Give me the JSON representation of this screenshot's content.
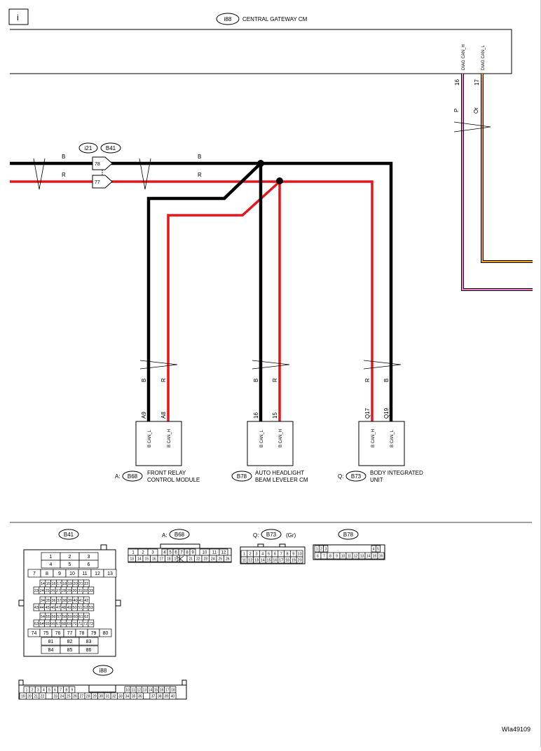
{
  "corner_label": "i",
  "gateway": {
    "ref": "i88",
    "name": "CENTRAL GATEWAY CM",
    "pins": [
      {
        "pin": "16",
        "signal": "DIAG CAN_H",
        "color": "P"
      },
      {
        "pin": "17",
        "signal": "DIAG CAN_L",
        "color": "Or"
      }
    ]
  },
  "bus": {
    "connectors": [
      "i21",
      "B41"
    ],
    "lines": [
      {
        "color_code": "B",
        "pin": "78"
      },
      {
        "color_code": "R",
        "pin": "77"
      }
    ]
  },
  "modules": [
    {
      "prefix": "A:",
      "ref": "B68",
      "name_line1": "FRONT RELAY",
      "name_line2": "CONTROL MODULE",
      "pins": [
        {
          "pin": "A9",
          "signal": "B CAN_L",
          "color": "B"
        },
        {
          "pin": "A8",
          "signal": "B CAN_H",
          "color": "R"
        }
      ]
    },
    {
      "prefix": "",
      "ref": "B78",
      "name_line1": "AUTO HEADLIGHT",
      "name_line2": "BEAM LEVELER CM",
      "pins": [
        {
          "pin": "16",
          "signal": "B CAN_L",
          "color": "B"
        },
        {
          "pin": "15",
          "signal": "B CAN_H",
          "color": "R"
        }
      ]
    },
    {
      "prefix": "Q:",
      "ref": "B73",
      "name_line1": "BODY INTEGRATED",
      "name_line2": "UNIT",
      "pins": [
        {
          "pin": "Q17",
          "signal": "B CAN_H",
          "color": "R"
        },
        {
          "pin": "Q19",
          "signal": "B CAN_L",
          "color": "B"
        }
      ]
    }
  ],
  "connector_views": {
    "b41": {
      "ref": "B41"
    },
    "b68": {
      "prefix": "A:",
      "ref": "B68"
    },
    "b73": {
      "prefix": "Q:",
      "ref": "B73",
      "suffix": "(Gr)"
    },
    "b78": {
      "ref": "B78"
    },
    "i88": {
      "ref": "i88"
    }
  },
  "figure_id": "WIa49109",
  "colors": {
    "black_wire": "#000000",
    "red_wire": "#e8141c",
    "pink_wire": "#f07ad0",
    "orange_wire": "#f59d10"
  }
}
